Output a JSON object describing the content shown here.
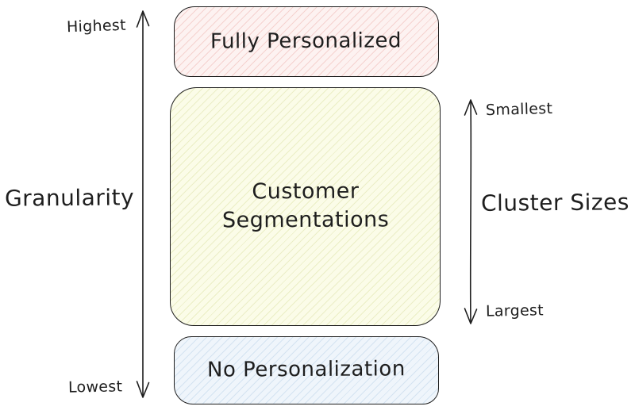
{
  "canvas": {
    "background": "#ffffff",
    "stroke_color": "#1e1e1e"
  },
  "axes": {
    "granularity": {
      "label": "Granularity",
      "top_label": "Highest",
      "bottom_label": "Lowest",
      "orientation": "vertical",
      "arrowheads": "both"
    },
    "cluster_sizes": {
      "label": "Cluster Sizes",
      "top_label": "Smallest",
      "bottom_label": "Largest",
      "orientation": "vertical",
      "arrowheads": "both"
    }
  },
  "boxes": [
    {
      "id": "fully-personalized",
      "label": "Fully Personalized",
      "fill": "#fdf2f1",
      "hatch": "#f5d2cf"
    },
    {
      "id": "customer-segmentations",
      "label": "Customer Segmentations",
      "fill": "#fbfce8",
      "hatch": "#ebeec6"
    },
    {
      "id": "no-personalization",
      "label": "No Personalization",
      "fill": "#eff5fb",
      "hatch": "#d4e3f1"
    }
  ]
}
